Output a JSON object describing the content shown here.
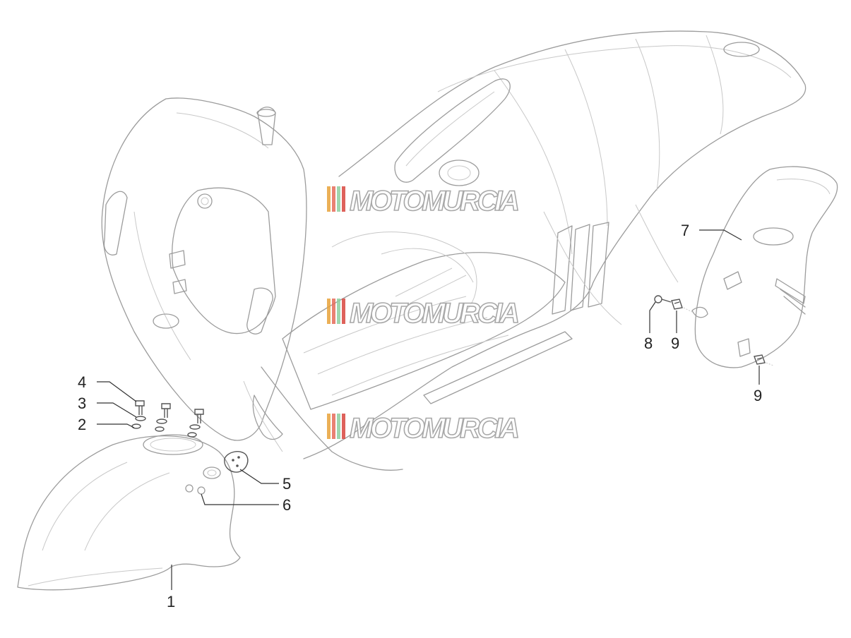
{
  "watermark": {
    "text": "MOTOMURCIA",
    "stripe_colors": [
      "#e8a33a",
      "#e66c5a",
      "#8fcfa0",
      "#d9473f"
    ]
  },
  "callouts": [
    {
      "id": "1",
      "label": "1"
    },
    {
      "id": "2",
      "label": "2"
    },
    {
      "id": "3",
      "label": "3"
    },
    {
      "id": "4",
      "label": "4"
    },
    {
      "id": "5",
      "label": "5"
    },
    {
      "id": "6",
      "label": "6"
    },
    {
      "id": "7",
      "label": "7"
    },
    {
      "id": "8",
      "label": "8"
    },
    {
      "id": "9a",
      "label": "9"
    },
    {
      "id": "9b",
      "label": "9"
    }
  ]
}
